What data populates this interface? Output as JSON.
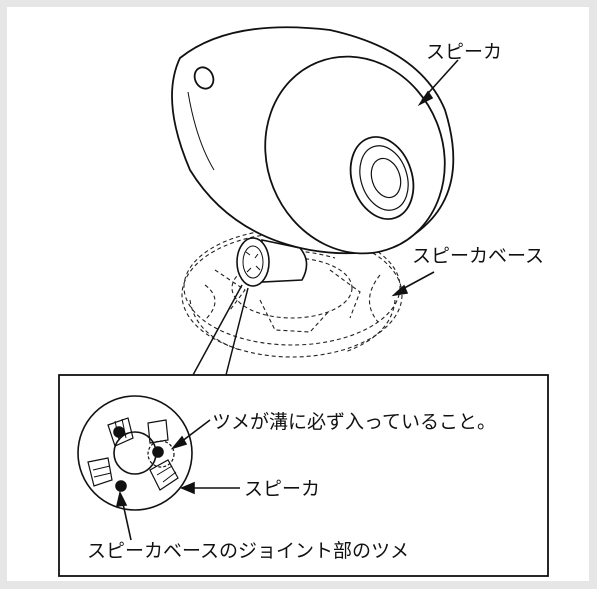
{
  "labels": {
    "speaker_top": "スピーカ",
    "speaker_base": "スピーカベース",
    "claw_in_groove": "ツメが溝に必ず入っていること。",
    "speaker_inset": "スピーカ",
    "base_joint_claw": "スピーカベースのジョイント部のツメ"
  }
}
